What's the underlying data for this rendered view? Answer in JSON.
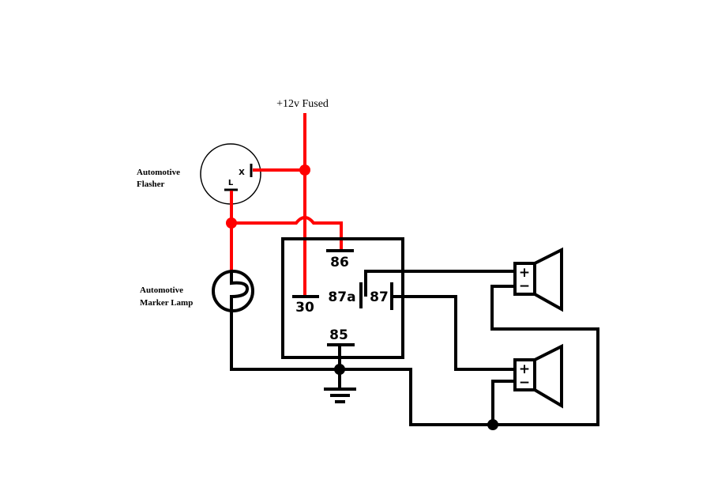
{
  "supply_label": "+12v Fused",
  "flasher": {
    "label_line1": "Automotive",
    "label_line2": "Flasher",
    "pin_x": "X",
    "pin_l": "L"
  },
  "lamp": {
    "label_line1": "Automotive",
    "label_line2": "Marker Lamp"
  },
  "relay": {
    "pin_86": "86",
    "pin_30": "30",
    "pin_87a": "87a",
    "pin_87": "87",
    "pin_85": "85"
  },
  "speakers": [
    {
      "plus": "+",
      "minus": "−"
    },
    {
      "plus": "+",
      "minus": "−"
    }
  ],
  "colors": {
    "positive_wire": "#ff0000",
    "wire": "#000000"
  }
}
